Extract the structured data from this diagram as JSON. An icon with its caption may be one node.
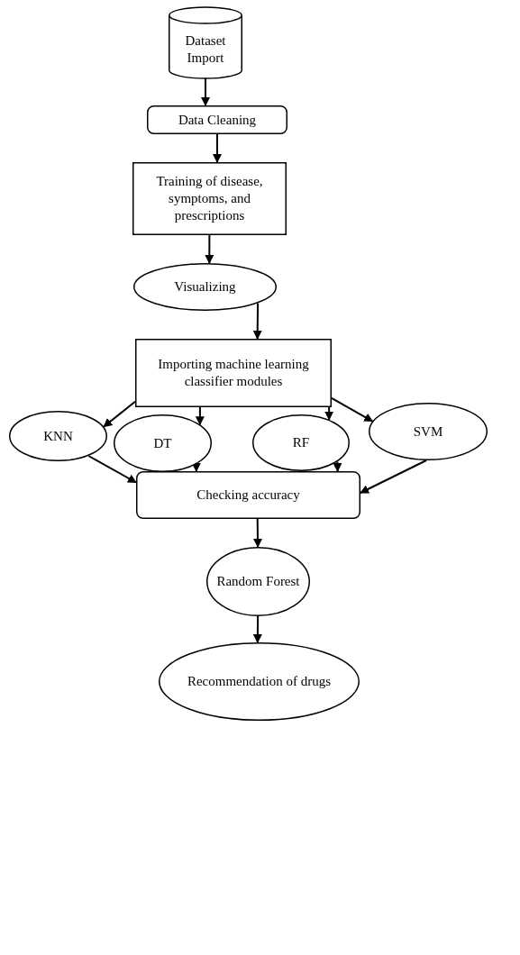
{
  "diagram": {
    "nodes": [
      {
        "text": [
          "Dataset Import"
        ]
      },
      {
        "text": [
          "Data Cleaning"
        ]
      },
      {
        "text": [
          "Training of disease, symptoms, and prescriptions"
        ]
      },
      {
        "text": [
          "Visualizing"
        ]
      },
      {
        "text": [
          "Importing machine learning classifier modules"
        ]
      },
      {
        "text": [
          "KNN"
        ]
      },
      {
        "text": [
          "DT"
        ]
      },
      {
        "text": [
          "RF"
        ]
      },
      {
        "text": [
          "SVM"
        ]
      },
      {
        "text": [
          "Checking accuracy"
        ]
      },
      {
        "text": [
          "Random Forest"
        ]
      },
      {
        "text": [
          "Recommendation of drugs"
        ]
      }
    ],
    "edges": [
      {
        "from": 0,
        "to": 1,
        "arrow": "to"
      },
      {
        "from": 1,
        "to": 2,
        "arrow": "to"
      },
      {
        "from": 2,
        "to": 3,
        "arrow": "to"
      },
      {
        "from": 3,
        "to": 4,
        "arrow": "to"
      },
      {
        "from": 4,
        "to": 5,
        "arrow": "to"
      },
      {
        "from": 4,
        "to": 6,
        "arrow": "to"
      },
      {
        "from": 4,
        "to": 7,
        "arrow": "to"
      },
      {
        "from": 4,
        "to": 8,
        "arrow": "to"
      },
      {
        "from": 5,
        "to": 9,
        "arrow": "to"
      },
      {
        "from": 6,
        "to": 9,
        "arrow": "to"
      },
      {
        "from": 7,
        "to": 9,
        "arrow": "to"
      },
      {
        "from": 8,
        "to": 9,
        "arrow": "to"
      },
      {
        "from": 9,
        "to": 10,
        "arrow": "to"
      },
      {
        "from": 10,
        "to": 11,
        "arrow": "to"
      }
    ]
  }
}
